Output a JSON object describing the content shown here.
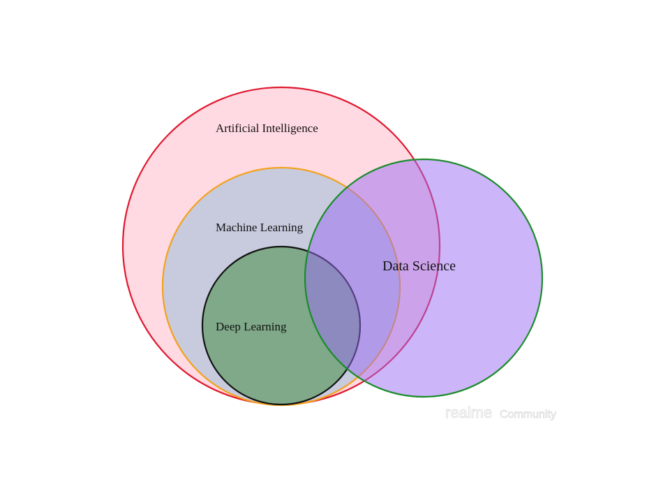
{
  "diagram": {
    "sets": [
      {
        "id": "ai",
        "label": "Artificial Intelligence",
        "fill": "#ffb6c8",
        "stroke": "#e0182e"
      },
      {
        "id": "ml",
        "label": "Machine Learning",
        "fill": "#b5c6dc",
        "stroke": "#f2a21d"
      },
      {
        "id": "dl",
        "label": "Deep Learning",
        "fill": "#5f9a64",
        "stroke": "#111111"
      },
      {
        "id": "ds",
        "label": "Data Science",
        "fill": "#9a6cf4",
        "stroke": "#1b8b2a"
      }
    ]
  },
  "watermark": {
    "brand": "realme",
    "suffix": "Community"
  }
}
